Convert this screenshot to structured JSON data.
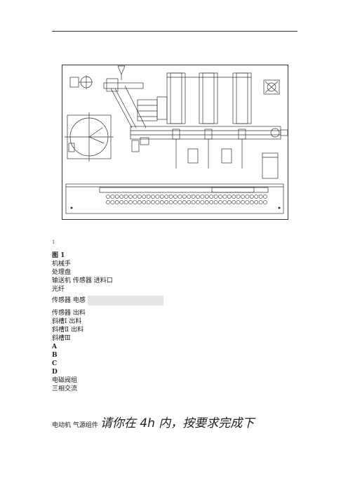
{
  "figure_caption": "图 1",
  "page_note": "1",
  "labels": {
    "l1": "机械手",
    "l2": "处理盘",
    "l3": "输送机  传感器  进料口",
    "l4": "光纤",
    "l5": "传感器  电感",
    "l6": "传感器  出料",
    "l7": "斜槽Ⅰ  出料",
    "l8": "斜槽Ⅱ  出料",
    "l9": "斜槽Ⅲ",
    "a": "A",
    "b": "B",
    "c": "C",
    "d": "D",
    "l10": "电磁阀组",
    "l11": "三相交流",
    "l12": "电动机  气源组件",
    "heading": "请你在 4h 内，按要求完成下"
  }
}
